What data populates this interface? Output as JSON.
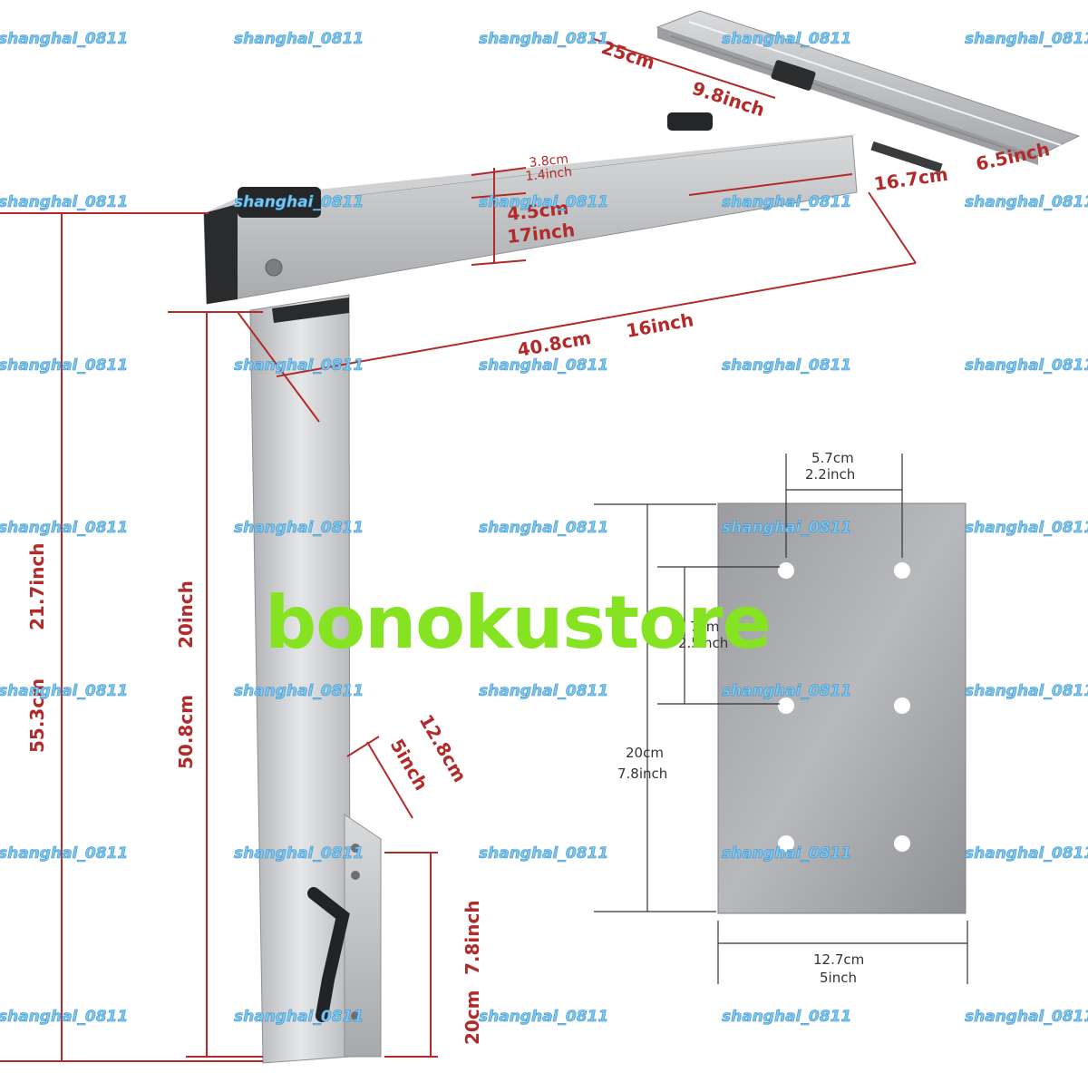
{
  "brand": "bonokustore",
  "watermark": "shanghai_0811",
  "dimensions": {
    "top_length_cm": "25cm",
    "top_length_in": "9.8inch",
    "top_width_cm": "16.7cm",
    "top_width_in": "6.5inch",
    "tube_small_cm": "3.8cm",
    "tube_small_in": "1.4inch",
    "tube_large_cm": "4.5cm",
    "tube_large_in": "17inch",
    "arm_length_cm": "40.8cm",
    "arm_length_in": "16inch",
    "total_height_cm": "55.3cm",
    "total_height_in": "21.7inch",
    "post_height_cm": "50.8cm",
    "post_height_in": "20inch",
    "bracket_offset_cm": "12.8cm",
    "bracket_offset_in": "5inch",
    "bracket_height_cm": "20cm",
    "bracket_height_in": "7.8inch"
  },
  "plate": {
    "hole_spacing_cm": "5.7cm",
    "hole_spacing_in": "2.2inch",
    "hole_vertical_cm": "7cm",
    "hole_vertical_in": "2.5inch",
    "height_cm": "20cm",
    "height_in": "7.8inch",
    "width_cm": "12.7cm",
    "width_in": "5inch"
  },
  "colors": {
    "dimension_lines": "#b22a2a",
    "brand_text": "#86e321",
    "watermark": "#7cc8f0",
    "aluminum": "#c9cbce"
  }
}
